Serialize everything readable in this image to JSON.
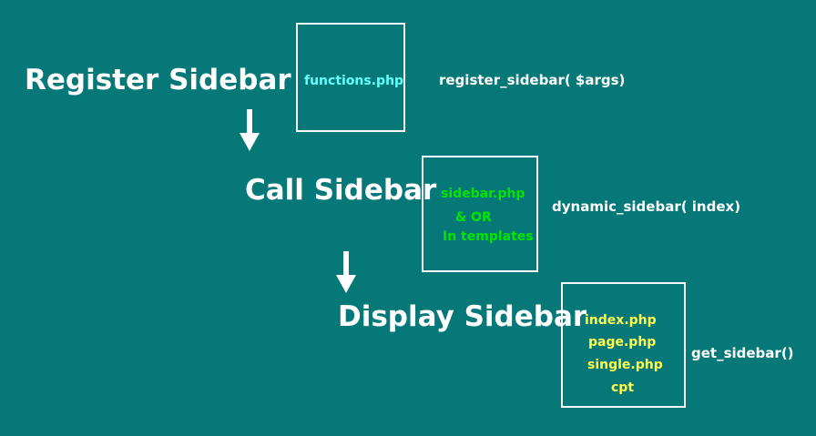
{
  "colors": {
    "background": "#067878",
    "text": "#ffffff",
    "register_file": "#66ffff",
    "call_file": "#00e600",
    "display_file": "#ffff4d"
  },
  "steps": [
    {
      "title": "Register Sidebar",
      "files": [
        "functions.php"
      ],
      "function": "register_sidebar( $args)"
    },
    {
      "title": "Call Sidebar",
      "files": [
        "sidebar.php",
        "& OR",
        "In templates"
      ],
      "function": "dynamic_sidebar( index)"
    },
    {
      "title": "Display Sidebar",
      "files": [
        "index.php",
        "page.php",
        "single.php",
        "cpt"
      ],
      "function": "get_sidebar()"
    }
  ]
}
